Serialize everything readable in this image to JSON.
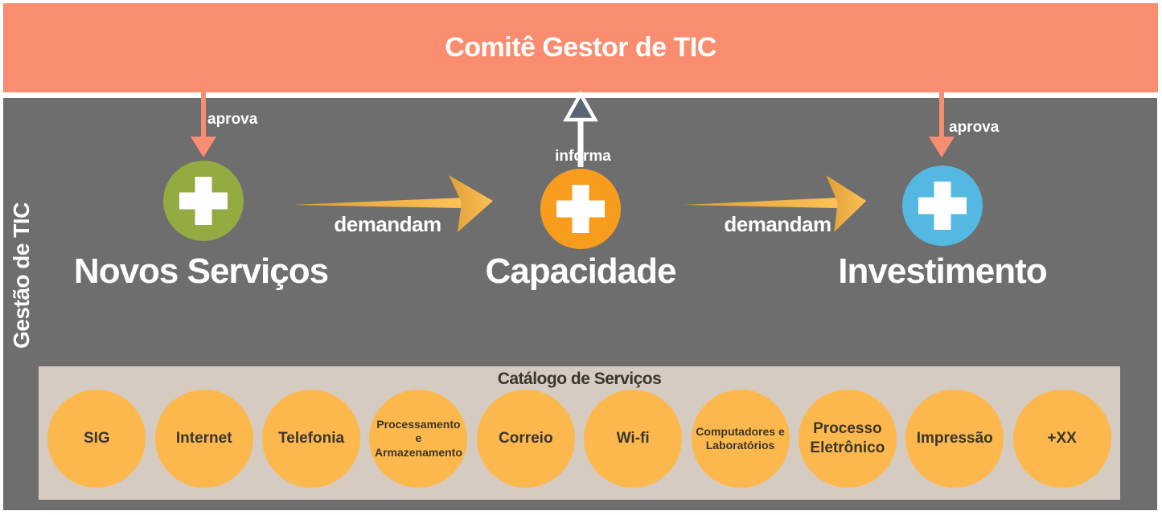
{
  "banner": {
    "title": "Comitê Gestor de TIC",
    "bg_color": "#FA8C70",
    "text_color": "#FFFFFF"
  },
  "panel": {
    "side_label": "Gestão de TIC",
    "bg_color": "#6F6E6E"
  },
  "arrows": {
    "aprova_label": "aprova",
    "informa_label": "informa",
    "demandam_label": "demandam",
    "aprova_color": "#F98D72",
    "informa_shaft_color": "#FFFFFF",
    "informa_head_fill": "#5A6472",
    "demandam_gradient_start": "#DE9E38",
    "demandam_gradient_end": "#FDC155"
  },
  "nodes": [
    {
      "label": "Novos Serviços",
      "color": "#93AB40"
    },
    {
      "label": "Capacidade",
      "color": "#F89C1E"
    },
    {
      "label": "Investimento",
      "color": "#55B8E2"
    }
  ],
  "catalog": {
    "title": "Catálogo de Serviços",
    "bg_color": "#D5CBC0",
    "item_color": "#FCB84C",
    "item_text_color": "#3A362F",
    "items": [
      "SIG",
      "Internet",
      "Telefonia",
      "Processamento e\nArmazenamento",
      "Correio",
      "Wi-fi",
      "Computadores e\nLaboratórios",
      "Processo\nEletrônico",
      "Impressão",
      "+XX"
    ]
  }
}
